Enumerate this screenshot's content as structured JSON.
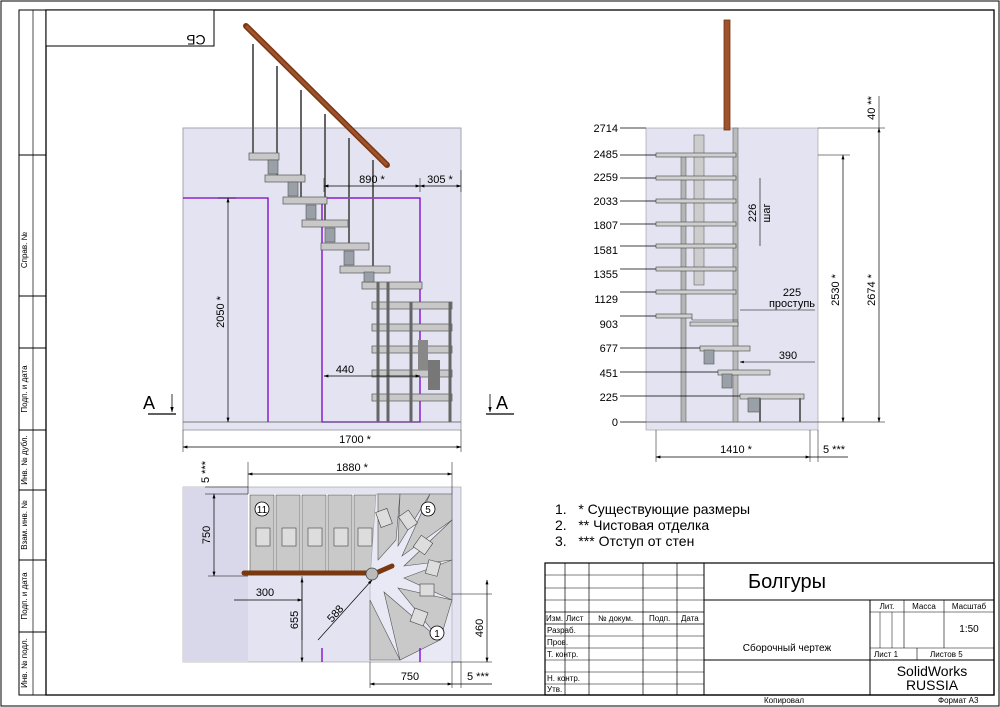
{
  "drawing": {
    "stamp_label": "СБ",
    "side_labels": [
      "Справ. №",
      "Подп. и дата",
      "Инв. № дубл.",
      "Взам. инв. №",
      "Подп. и дата",
      "Инв. № подл."
    ],
    "section_label": "А"
  },
  "front_view": {
    "dims": {
      "d890": "890 *",
      "d305": "305 *",
      "d2050": "2050 *",
      "d440": "440",
      "d1700": "1700 *"
    }
  },
  "side_view": {
    "level_marks": [
      "2714",
      "2485",
      "2259",
      "2033",
      "1807",
      "1581",
      "1355",
      "1129",
      "903",
      "677",
      "451",
      "225",
      "0"
    ],
    "dims": {
      "d40": "40 **",
      "d226": "226",
      "shag": "шаг",
      "d225": "225",
      "prostup": "проступь",
      "d390": "390",
      "d2530": "2530 *",
      "d2674": "2674 *",
      "d1410": "1410 *",
      "d5": "5 ***"
    }
  },
  "plan_view": {
    "dims": {
      "d1880": "1880 *",
      "d5top": "5 ***",
      "d750v": "750",
      "d300": "300",
      "d655": "655",
      "d588": "588",
      "d460": "460",
      "d750h": "750",
      "d5bot": "5 ***"
    },
    "step_labels": [
      "11",
      "5",
      "1"
    ]
  },
  "notes": [
    "1.   * Существующие размеры",
    "2.   ** Чистовая отделка",
    "3.   *** Отступ от стен"
  ],
  "title_block": {
    "title": "Болгуры",
    "doc_type": "Сборочный чертеж",
    "col_headers": [
      "Изм.",
      "Лист",
      "№ докум.",
      "Подп.",
      "Дата"
    ],
    "rows": [
      "Разраб.",
      "Пров.",
      "Т. контр.",
      "Н. контр.",
      "Утв."
    ],
    "lit": "Лит.",
    "massa": "Масса",
    "masshtab": "Масштаб",
    "scale": "1:50",
    "list": "Лист 1",
    "listov": "Листов 5",
    "company_line1": "SolidWorks",
    "company_line2": "RUSSIA",
    "kopiroval": "Копировал",
    "format": "Формат А3"
  }
}
